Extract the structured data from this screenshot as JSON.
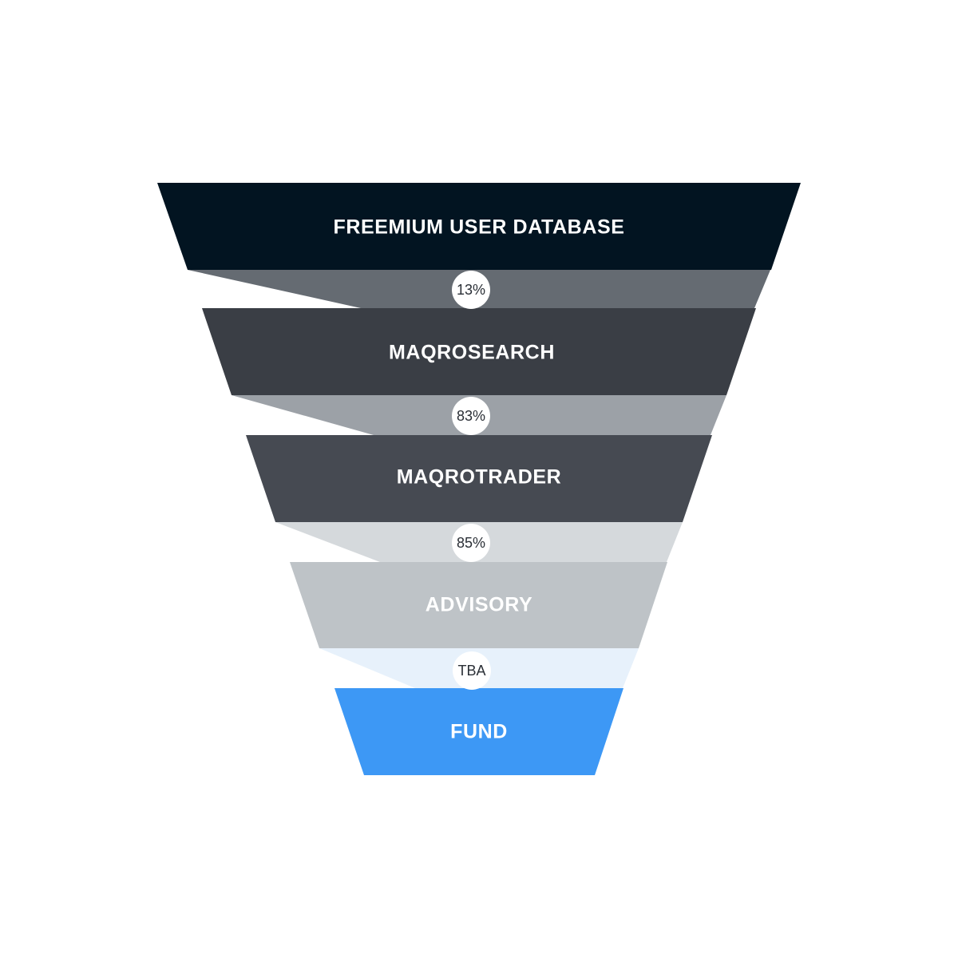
{
  "funnel": {
    "stages": [
      {
        "label": "FREEMIUM USER DATABASE",
        "color": "#021421",
        "text_color": "#ffffff"
      },
      {
        "label": "MAQROSEARCH",
        "color": "#3a3e45",
        "text_color": "#ffffff"
      },
      {
        "label": "MAQROTRADER",
        "color": "#464a52",
        "text_color": "#ffffff"
      },
      {
        "label": "ADVISORY",
        "color": "#bec3c7",
        "text_color": "#ffffff"
      },
      {
        "label": "FUND",
        "color": "#3d98f5",
        "text_color": "#ffffff"
      }
    ],
    "conversions": [
      {
        "rate": "13%",
        "band_color": "#656b72"
      },
      {
        "rate": "83%",
        "band_color": "#9ca1a7"
      },
      {
        "rate": "85%",
        "band_color": "#d5d9dc"
      },
      {
        "rate": "TBA",
        "band_color": "#e7f1fb"
      }
    ]
  }
}
